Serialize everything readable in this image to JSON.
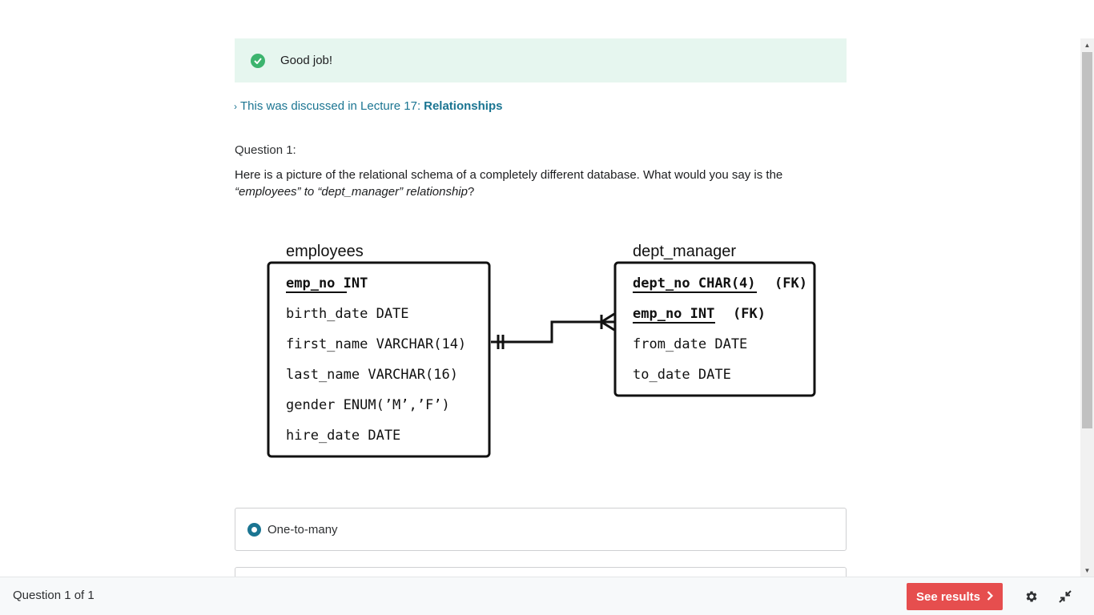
{
  "banner": {
    "message": "Good job!",
    "icon": "check-circle-icon",
    "color": "#3cb46e",
    "background": "#e6f6ef"
  },
  "lecture_ref": {
    "prefix": "This was discussed in Lecture 17:",
    "link": "Relationships",
    "color": "#1b7592"
  },
  "question": {
    "number_label": "Question 1:",
    "text_lead": "Here is a picture of the relational schema of a completely different database. What would you say is the ",
    "text_italic": "“employees” to “dept_manager” relationship",
    "text_tail": "?"
  },
  "diagram": {
    "employees": {
      "title": "employees",
      "fields": [
        "emp_no INT",
        "birth_date DATE",
        "first_name VARCHAR(14)",
        "last_name VARCHAR(16)",
        "gender ENUM(’M’,’F’)",
        "hire_date DATE"
      ]
    },
    "dept_manager": {
      "title": "dept_manager",
      "fields": [
        "dept_no CHAR(4)",
        "emp_no INT",
        "from_date DATE",
        "to_date DATE"
      ],
      "fk_label": "(FK)"
    }
  },
  "answers": [
    {
      "label": "One-to-many",
      "selected": true
    }
  ],
  "footer": {
    "progress": "Question 1 of 1",
    "results_button": "See results",
    "results_color": "#e64e4e"
  }
}
